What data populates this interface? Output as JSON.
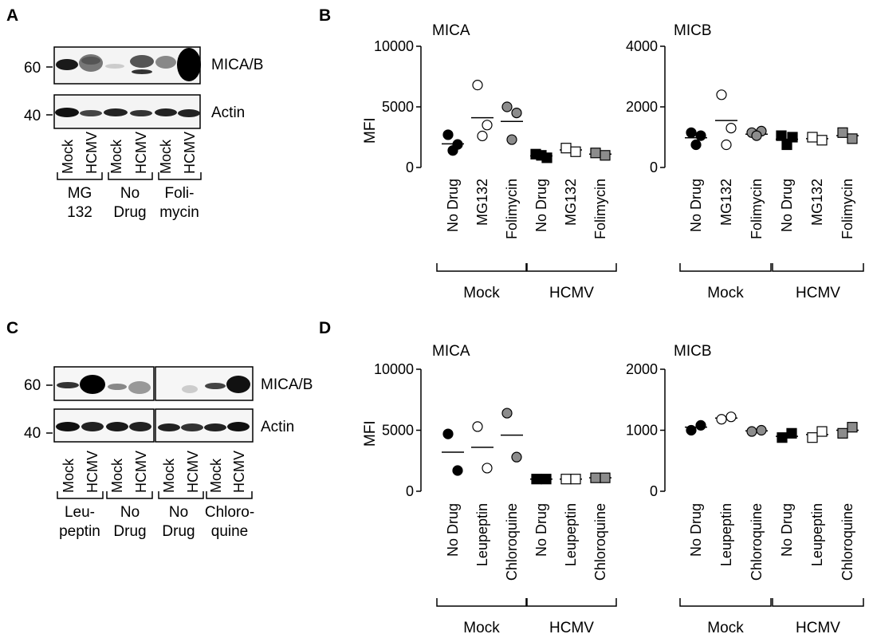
{
  "panels": {
    "A": {
      "letter": "A",
      "band_label": "MICA/B",
      "actin_label": "Actin",
      "mw_top": "60",
      "mw_bottom": "40",
      "lanes": [
        "Mock",
        "HCMV",
        "Mock",
        "HCMV",
        "Mock",
        "HCMV"
      ],
      "groups": [
        {
          "line1": "MG",
          "line2": "132"
        },
        {
          "line1": "No",
          "line2": "Drug"
        },
        {
          "line1": "Foli-",
          "line2": "mycin"
        }
      ]
    },
    "C": {
      "letter": "C",
      "band_label": "MICA/B",
      "actin_label": "Actin",
      "mw_top": "60",
      "mw_bottom": "40",
      "lanes": [
        "Mock",
        "HCMV",
        "Mock",
        "HCMV",
        "Mock",
        "HCMV",
        "Mock",
        "HCMV"
      ],
      "groups": [
        {
          "line1": "Leu-",
          "line2": "peptin"
        },
        {
          "line1": "No",
          "line2": "Drug"
        },
        {
          "line1": "No",
          "line2": "Drug"
        },
        {
          "line1": "Chloro-",
          "line2": "quine"
        }
      ]
    },
    "B": {
      "letter": "B"
    },
    "D": {
      "letter": "D"
    }
  },
  "chart_data": [
    {
      "panel": "B",
      "type": "scatter",
      "title": "MICA",
      "ylabel": "MFI",
      "ylim": [
        0,
        10000
      ],
      "yticks": [
        "0",
        "5000",
        "10000"
      ],
      "categories": [
        "No Drug",
        "MG132",
        "Folimycin",
        "No Drug",
        "MG132",
        "Folimycin"
      ],
      "groups": [
        "Mock",
        "HCMV"
      ],
      "series": [
        {
          "category": "No Drug",
          "group": "Mock",
          "marker": "circle",
          "fill": "#000000",
          "values": [
            2700,
            1900,
            1400
          ],
          "mean": 1950
        },
        {
          "category": "MG132",
          "group": "Mock",
          "marker": "circle",
          "fill": "#ffffff",
          "values": [
            6800,
            3500,
            2600
          ],
          "mean": 4100
        },
        {
          "category": "Folimycin",
          "group": "Mock",
          "marker": "circle",
          "fill": "#8c8c8c",
          "values": [
            5000,
            4500,
            2300
          ],
          "mean": 3800
        },
        {
          "category": "No Drug",
          "group": "HCMV",
          "marker": "square",
          "fill": "#000000",
          "values": [
            1100,
            800,
            1000
          ],
          "mean": 950
        },
        {
          "category": "MG132",
          "group": "HCMV",
          "marker": "square",
          "fill": "#ffffff",
          "values": [
            1600,
            1300
          ],
          "mean": 1450
        },
        {
          "category": "Folimycin",
          "group": "HCMV",
          "marker": "square",
          "fill": "#8c8c8c",
          "values": [
            1200,
            1000
          ],
          "mean": 1100
        }
      ]
    },
    {
      "panel": "B",
      "type": "scatter",
      "title": "MICB",
      "ylabel": "",
      "ylim": [
        0,
        4000
      ],
      "yticks": [
        "0",
        "2000",
        "4000"
      ],
      "categories": [
        "No Drug",
        "MG132",
        "Folimycin",
        "No Drug",
        "MG132",
        "Folimycin"
      ],
      "groups": [
        "Mock",
        "HCMV"
      ],
      "series": [
        {
          "category": "No Drug",
          "group": "Mock",
          "marker": "circle",
          "fill": "#000000",
          "values": [
            1150,
            1050,
            750
          ],
          "mean": 980
        },
        {
          "category": "MG132",
          "group": "Mock",
          "marker": "circle",
          "fill": "#ffffff",
          "values": [
            2400,
            1300,
            750
          ],
          "mean": 1550
        },
        {
          "category": "Folimycin",
          "group": "Mock",
          "marker": "circle",
          "fill": "#8c8c8c",
          "values": [
            1150,
            1200,
            1050
          ],
          "mean": 1100
        },
        {
          "category": "No Drug",
          "group": "HCMV",
          "marker": "square",
          "fill": "#000000",
          "values": [
            1050,
            1000,
            750
          ],
          "mean": 930
        },
        {
          "category": "MG132",
          "group": "HCMV",
          "marker": "square",
          "fill": "#ffffff",
          "values": [
            1000,
            900
          ],
          "mean": 950
        },
        {
          "category": "Folimycin",
          "group": "HCMV",
          "marker": "square",
          "fill": "#8c8c8c",
          "values": [
            1150,
            950
          ],
          "mean": 1050
        }
      ]
    },
    {
      "panel": "D",
      "type": "scatter",
      "title": "MICA",
      "ylabel": "MFI",
      "ylim": [
        0,
        10000
      ],
      "yticks": [
        "0",
        "5000",
        "10000"
      ],
      "categories": [
        "No Drug",
        "Leupeptin",
        "Chloroquine",
        "No Drug",
        "Leupeptin",
        "Chloroquine"
      ],
      "groups": [
        "Mock",
        "HCMV"
      ],
      "series": [
        {
          "category": "No Drug",
          "group": "Mock",
          "marker": "circle",
          "fill": "#000000",
          "values": [
            4700,
            1700
          ],
          "mean": 3200
        },
        {
          "category": "Leupeptin",
          "group": "Mock",
          "marker": "circle",
          "fill": "#ffffff",
          "values": [
            5300,
            1900
          ],
          "mean": 3600
        },
        {
          "category": "Chloroquine",
          "group": "Mock",
          "marker": "circle",
          "fill": "#8c8c8c",
          "values": [
            6400,
            2800
          ],
          "mean": 4600
        },
        {
          "category": "No Drug",
          "group": "HCMV",
          "marker": "square",
          "fill": "#000000",
          "values": [
            1000,
            1000
          ],
          "mean": 1000
        },
        {
          "category": "Leupeptin",
          "group": "HCMV",
          "marker": "square",
          "fill": "#ffffff",
          "values": [
            1000,
            1000
          ],
          "mean": 1000
        },
        {
          "category": "Chloroquine",
          "group": "HCMV",
          "marker": "square",
          "fill": "#8c8c8c",
          "values": [
            1100,
            1100
          ],
          "mean": 1100
        }
      ]
    },
    {
      "panel": "D",
      "type": "scatter",
      "title": "MICB",
      "ylabel": "",
      "ylim": [
        0,
        2000
      ],
      "yticks": [
        "0",
        "1000",
        "2000"
      ],
      "categories": [
        "No Drug",
        "Leupeptin",
        "Chloroquine",
        "No Drug",
        "Leupeptin",
        "Chloroquine"
      ],
      "groups": [
        "Mock",
        "HCMV"
      ],
      "series": [
        {
          "category": "No Drug",
          "group": "Mock",
          "marker": "circle",
          "fill": "#000000",
          "values": [
            1000,
            1080
          ],
          "mean": 1050
        },
        {
          "category": "Leupeptin",
          "group": "Mock",
          "marker": "circle",
          "fill": "#ffffff",
          "values": [
            1180,
            1220
          ],
          "mean": 1200
        },
        {
          "category": "Chloroquine",
          "group": "Mock",
          "marker": "circle",
          "fill": "#8c8c8c",
          "values": [
            980,
            1000
          ],
          "mean": 990
        },
        {
          "category": "No Drug",
          "group": "HCMV",
          "marker": "square",
          "fill": "#000000",
          "values": [
            880,
            950
          ],
          "mean": 900
        },
        {
          "category": "Leupeptin",
          "group": "HCMV",
          "marker": "square",
          "fill": "#ffffff",
          "values": [
            880,
            980
          ],
          "mean": 930
        },
        {
          "category": "Chloroquine",
          "group": "HCMV",
          "marker": "square",
          "fill": "#8c8c8c",
          "values": [
            950,
            1050
          ],
          "mean": 1000
        }
      ]
    }
  ]
}
